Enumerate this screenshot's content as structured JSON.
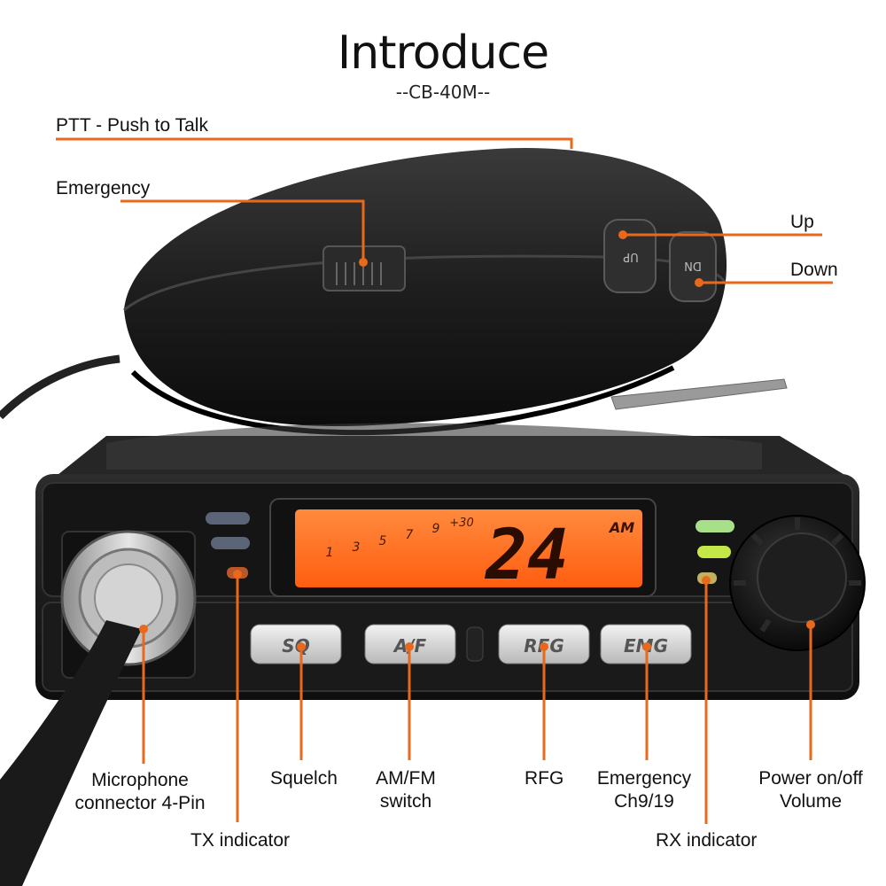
{
  "header": {
    "title": "Introduce",
    "subtitle": "--CB-40M--"
  },
  "callouts": {
    "ptt": "PTT - Push to Talk",
    "emergency_top": "Emergency",
    "up": "Up",
    "down": "Down",
    "mic_connector_line1": "Microphone",
    "mic_connector_line2": "connector 4-Pin",
    "tx_indicator": "TX indicator",
    "squelch": "Squelch",
    "amfm_line1": "AM/FM",
    "amfm_line2": "switch",
    "rfg": "RFG",
    "emg_line1": "Emergency",
    "emg_line2": "Ch9/19",
    "power_line1": "Power on/off",
    "power_line2": "Volume",
    "rx_indicator": "RX indicator"
  },
  "radio": {
    "buttons": [
      "SQ",
      "A/F",
      "RFG",
      "EMG"
    ],
    "mic_buttons": {
      "up": "UP",
      "down": "DN"
    },
    "display": {
      "channel": "24",
      "mode": "AM",
      "scale": [
        "1",
        "3",
        "5",
        "7",
        "9",
        "+30"
      ]
    }
  },
  "colors": {
    "callout_line": "#e8691c",
    "lcd": "#ff6a1f",
    "body": "#1c1c1c"
  }
}
